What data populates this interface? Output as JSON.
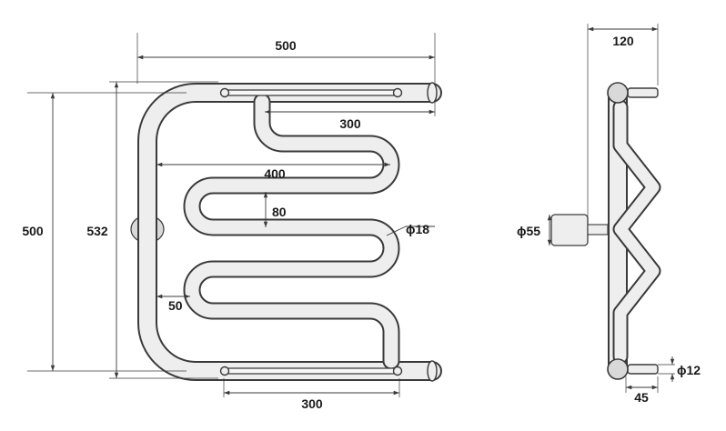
{
  "front_view": {
    "width_total": "500",
    "height_total": "500",
    "height_overall": "532",
    "slot_length_top": "300",
    "slot_length_bottom": "300",
    "coil_width": "400",
    "coil_pitch": "80",
    "coil_offset": "50",
    "pipe_diameter": "18"
  },
  "side_view": {
    "depth": "120",
    "flange_diameter": "55",
    "bar_diameter": "12",
    "bar_offset": "45"
  },
  "symbols": {
    "diameter": "ϕ"
  },
  "colors": {
    "stroke": "#3a3a3a",
    "fill": "#eeeeee"
  }
}
